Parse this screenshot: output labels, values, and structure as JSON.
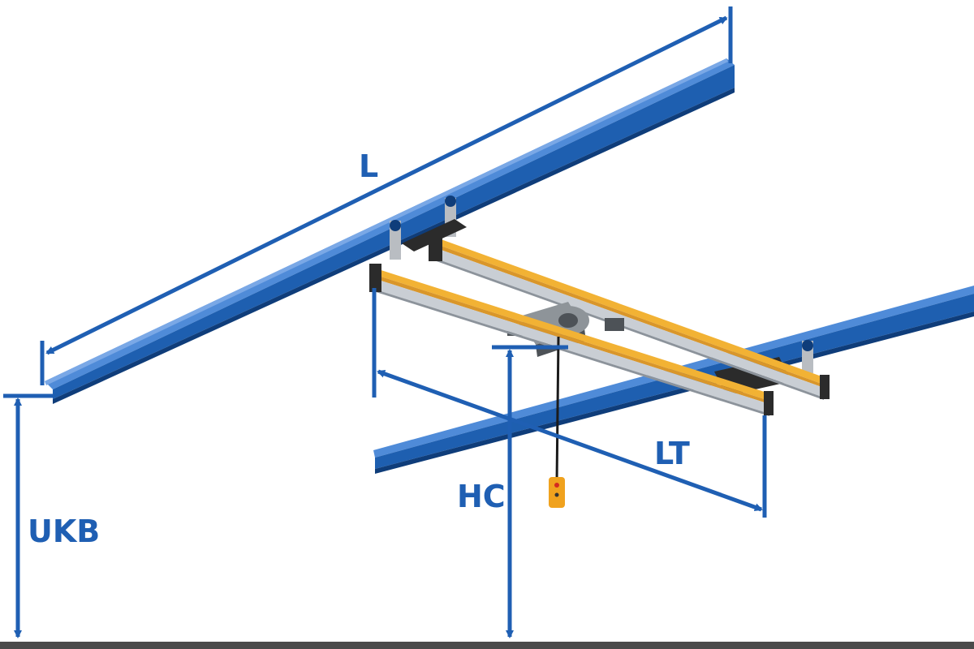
{
  "labels": {
    "length": "L",
    "track_width": "LT",
    "hook_clearance": "HC",
    "runway_underside_height": "UKB"
  },
  "colors": {
    "dimension": "#1f5fb3",
    "runway_blue": "#1e5fb0",
    "runway_blue_dark": "#0f3d7a",
    "runway_blue_light": "#4f8bd8",
    "bridge_yellow": "#f2b234",
    "bridge_yellow_dark": "#d9962a",
    "aluminum": "#c9ced4",
    "aluminum_dark": "#8c939b",
    "trolley_grey": "#8e9499",
    "pendant_yellow": "#f0a21e",
    "ground": "#4a4a4a"
  }
}
